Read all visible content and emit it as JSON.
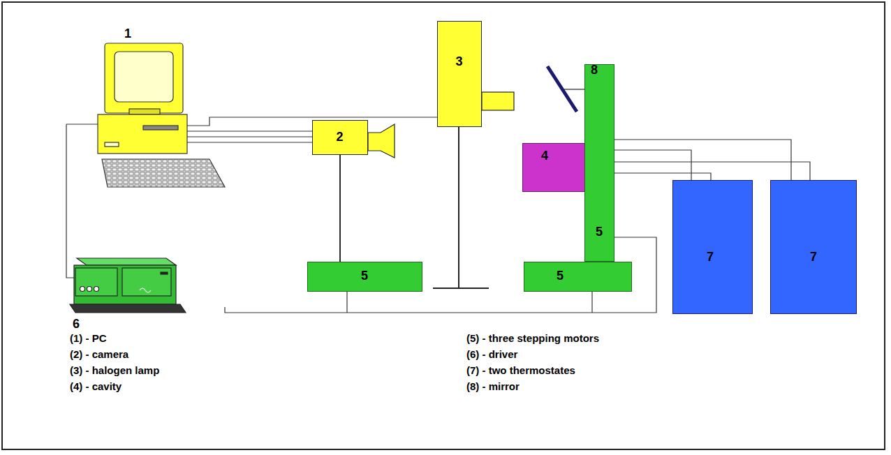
{
  "diagram": {
    "nodes": [
      {
        "text": [
          "2"
        ]
      },
      {
        "text": [
          "3"
        ]
      },
      {
        "text": [
          "5"
        ]
      },
      {
        "text": [
          "4"
        ]
      },
      {
        "text": [
          "5"
        ]
      },
      {
        "text": [
          "5"
        ]
      },
      {
        "text": [
          "7"
        ]
      },
      {
        "text": [
          "7"
        ]
      }
    ],
    "edges": [
      {
        "from": 0,
        "to": 2,
        "arrow": "none"
      },
      {
        "from": 3,
        "to": 6,
        "arrow": "none"
      },
      {
        "from": 3,
        "to": 7,
        "arrow": "none"
      }
    ],
    "labels": [
      "1",
      "6",
      "8",
      "(1) - PC",
      "(2) - camera",
      "(3) - halogen lamp",
      "(4) - cavity",
      "(5) - three stepping motors",
      "(6) - driver",
      "(7) - two thermostates",
      "(8) - mirror"
    ]
  }
}
